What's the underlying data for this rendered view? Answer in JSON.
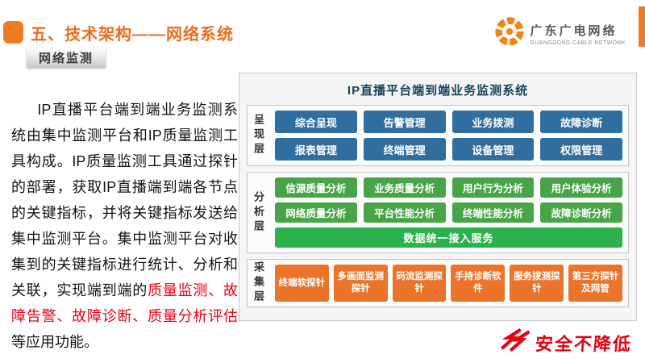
{
  "header": {
    "title": "五、技术架构——网络系统",
    "section_tab": "网络监测",
    "logo": {
      "name": "广东广电网络",
      "subtitle": "GUANGDONG CABLE NETWORK"
    }
  },
  "description": {
    "text_before": "IP直播平台端到端业务监测系统由集中监测平台和IP质量监测工具构成。IP质量监测工具通过探针的部署，获取IP直播端到端各节点的关键指标，并将关键指标发送给集中监测平台。集中监测平台对收集到的关键指标进行统计、分析和关联，实现端到端的",
    "highlight": "质量监测、故障告警、故障诊断、质量分析评估",
    "text_after": "等应用功能。"
  },
  "diagram": {
    "title": "IP直播平台端到端业务监测系统",
    "presentation": {
      "label": "呈现层",
      "row1": [
        "综合呈现",
        "告警管理",
        "业务拨测",
        "故障诊断"
      ],
      "row2": [
        "报表管理",
        "终端管理",
        "设备管理",
        "权限管理"
      ]
    },
    "analysis": {
      "label": "分析层",
      "row1": [
        "信源质量分析",
        "业务质量分析",
        "用户行为分析",
        "用户体验分析"
      ],
      "row2": [
        "网络质量分析",
        "平台性能分析",
        "终端性能分析",
        "故障诊断分析"
      ],
      "bar": "数据统一接入服务"
    },
    "collection": {
      "label": "采集层",
      "items": [
        "终端软探针",
        "多画面监测探针",
        "码流监测探针",
        "手持诊断软件",
        "服务拨测探针",
        "第三方探针及网管"
      ]
    }
  },
  "footer": {
    "slogan": "安全不降低"
  },
  "colors": {
    "accent_orange": "#ee7a21",
    "title_orange": "#ed6d1f",
    "blue_node": "#2f6e9e",
    "green_node": "#47a447",
    "green_bar": "#2bb24c",
    "orange_node": "#e9742a",
    "highlight_red": "#e60012",
    "diagram_title": "#15455e"
  }
}
